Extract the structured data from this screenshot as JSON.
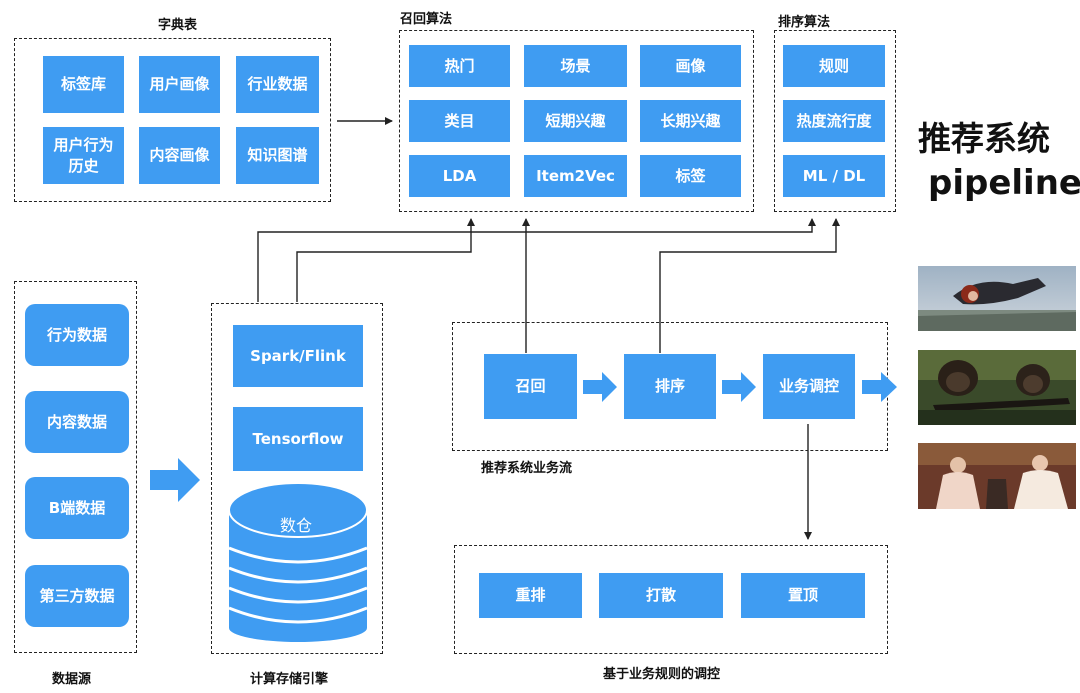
{
  "title": {
    "line1": "推荐系统",
    "line2": "pipeline"
  },
  "dictionary": {
    "label": "字典表",
    "items": [
      "标签库",
      "用户画像",
      "行业数据",
      "用户行为\n历史",
      "内容画像",
      "知识图谱"
    ]
  },
  "recall_algorithms": {
    "label": "召回算法",
    "items": [
      "热门",
      "场景",
      "画像",
      "类目",
      "短期兴趣",
      "长期兴趣",
      "LDA",
      "Item2Vec",
      "标签"
    ]
  },
  "ranking_algorithms": {
    "label": "排序算法",
    "items": [
      "规则",
      "热度流行度",
      "ML / DL"
    ]
  },
  "data_sources": {
    "label": "数据源",
    "items": [
      "行为数据",
      "内容数据",
      "B端数据",
      "第三方数据"
    ]
  },
  "compute_engine": {
    "label": "计算存储引擎",
    "items": [
      "Spark/Flink",
      "Tensorflow"
    ],
    "warehouse": "数仓"
  },
  "business_flow": {
    "label": "推荐系统业务流",
    "steps": [
      "召回",
      "排序",
      "业务调控"
    ]
  },
  "rule_control": {
    "label": "基于业务规则的调控",
    "items": [
      "重排",
      "打散",
      "置顶"
    ]
  },
  "colors": {
    "box": "#3f9cf2",
    "arrow": "#3f9cf2",
    "line": "#222222"
  }
}
